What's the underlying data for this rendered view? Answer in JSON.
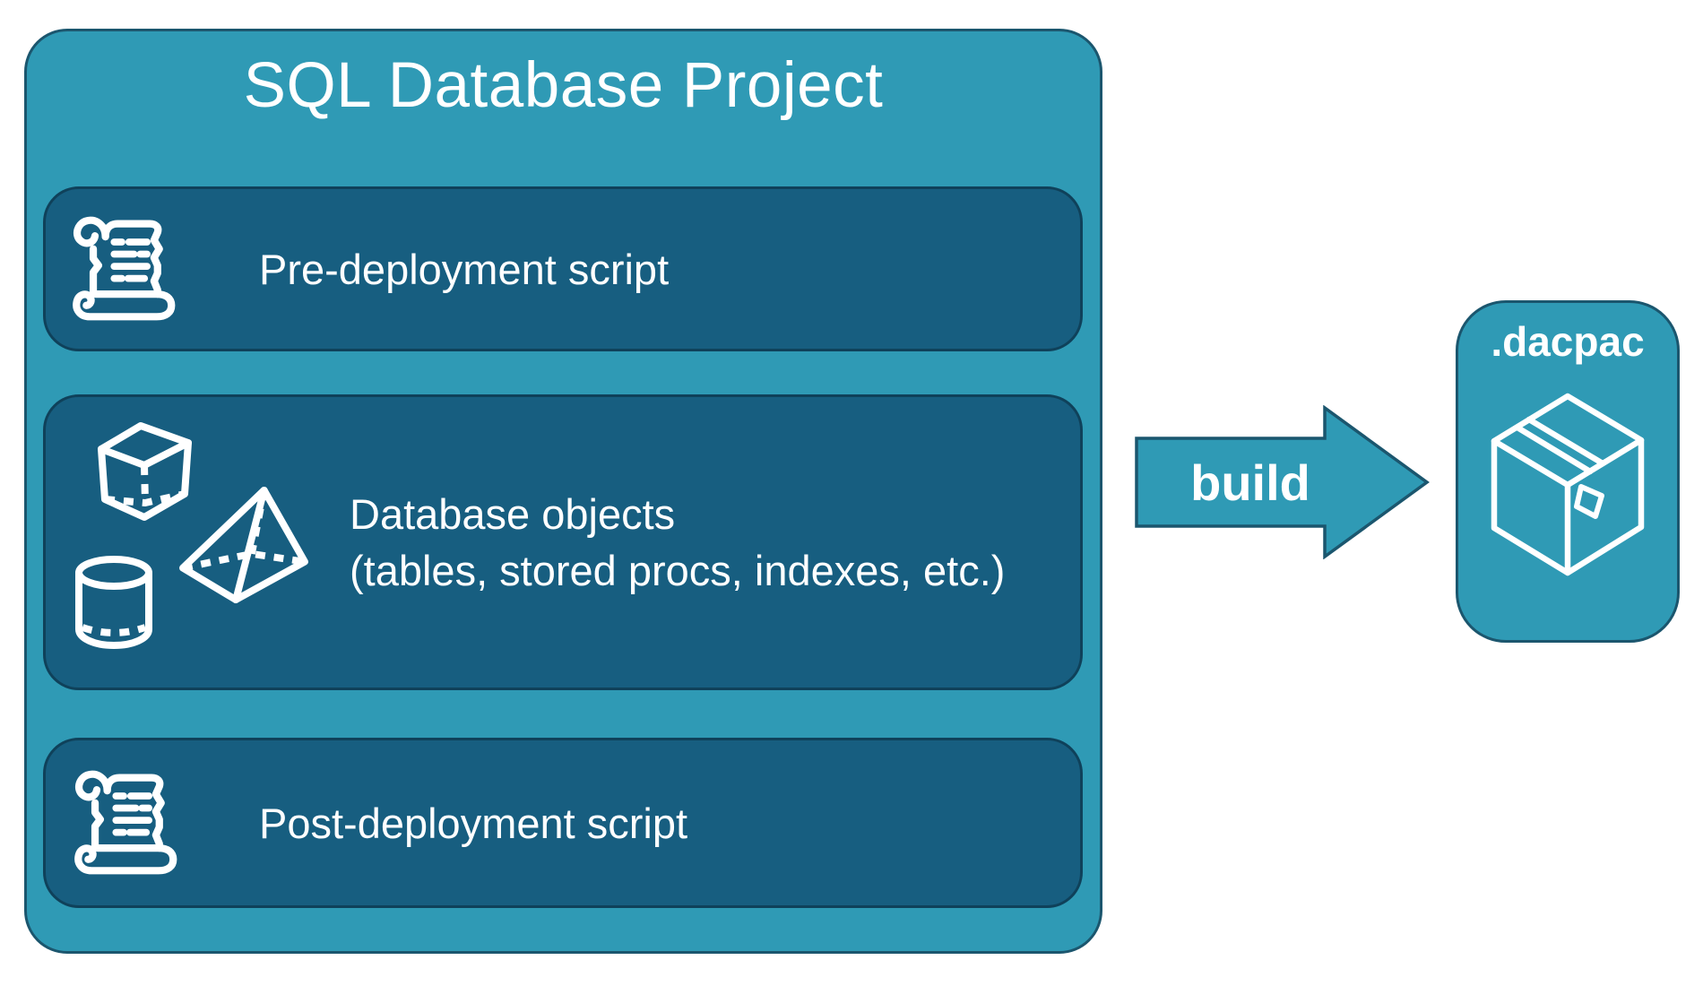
{
  "title": "SQL Database Project",
  "panels": [
    {
      "label": "Pre-deployment script",
      "icon": "scroll-icon"
    },
    {
      "label_line1": "Database objects",
      "label_line2": "(tables, stored procs, indexes, etc.)",
      "icons": [
        "cube-icon",
        "pyramid-icon",
        "cylinder-icon"
      ]
    },
    {
      "label": "Post-deployment script",
      "icon": "scroll-icon"
    }
  ],
  "arrow": {
    "label": "build"
  },
  "artifact": {
    "label": ".dacpac",
    "icon": "package-icon"
  },
  "colors": {
    "container_fill": "#2F9AB5",
    "container_border": "#1B566E",
    "panel_fill": "#175E80",
    "panel_border": "#0F415A",
    "icon_and_text": "#FFFFFF"
  }
}
